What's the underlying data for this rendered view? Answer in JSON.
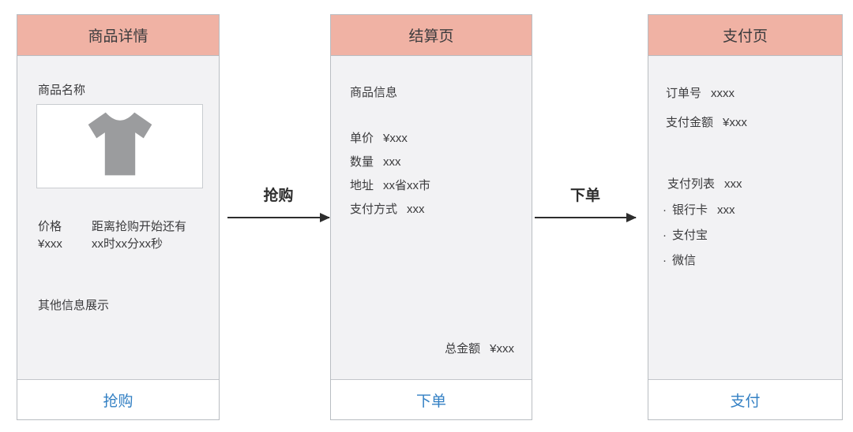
{
  "colors": {
    "header_bg": "#f0b2a4",
    "panel_bg": "#f2f2f4",
    "footer_bg": "#ffffff",
    "border": "#b9bdc2",
    "action_blue": "#3380c4",
    "text": "#3b3b3d",
    "arrow": "#2d2d2d",
    "tshirt_gray": "#9b9c9e"
  },
  "panels": [
    {
      "title": "商品详情",
      "footer_action": "抢购",
      "body": {
        "product_name_label": "商品名称",
        "image_icon": "tshirt-icon",
        "price_label": "价格",
        "price_value": "¥xxx",
        "countdown_label": "距离抢购开始还有",
        "countdown_value": "xx时xx分xx秒",
        "other_info": "其他信息展示"
      }
    },
    {
      "title": "结算页",
      "footer_action": "下单",
      "body": {
        "section_title": "商品信息",
        "rows": [
          {
            "label": "单价",
            "value": "¥xxx"
          },
          {
            "label": "数量",
            "value": "xxx"
          },
          {
            "label": "地址",
            "value": "xx省xx市"
          },
          {
            "label": "支付方式",
            "value": "xxx"
          }
        ],
        "total_label": "总金额",
        "total_value": "¥xxx"
      }
    },
    {
      "title": "支付页",
      "footer_action": "支付",
      "body": {
        "rows": [
          {
            "label": "订单号",
            "value": "xxxx"
          },
          {
            "label": "支付金额",
            "value": "¥xxx"
          }
        ],
        "list_title": "支付列表",
        "list_title_value": "xxx",
        "bullet": "·",
        "options": [
          {
            "label": "银行卡",
            "value": "xxx"
          },
          {
            "label": "支付宝",
            "value": ""
          },
          {
            "label": "微信",
            "value": ""
          }
        ]
      }
    }
  ],
  "arrows": [
    {
      "label": "抢购"
    },
    {
      "label": "下单"
    }
  ]
}
